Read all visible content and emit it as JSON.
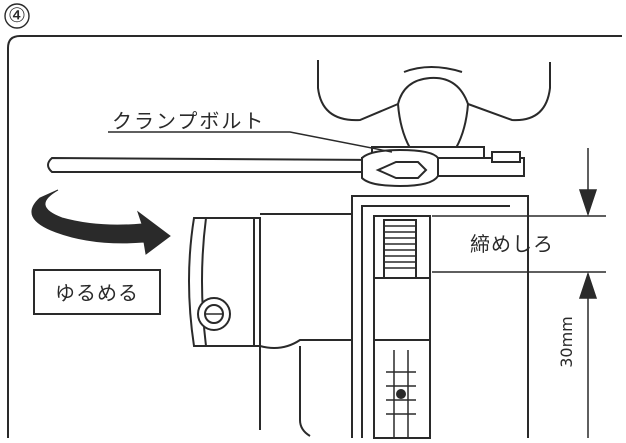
{
  "step_marker": "④",
  "labels": {
    "clamp_bolt": "クランプボルト",
    "loosen": "ゆるめる",
    "tightening_margin": "締めしろ",
    "dimension": "30mm"
  },
  "colors": {
    "ink": "#2a2a2a",
    "paper": "#ffffff"
  }
}
